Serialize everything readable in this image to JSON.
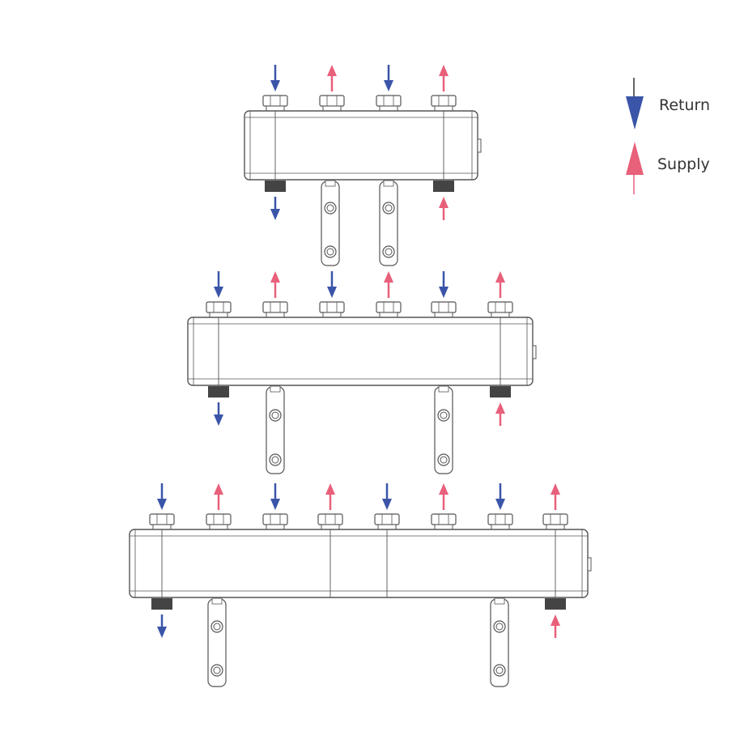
{
  "colors": {
    "return": "#3a55a8",
    "supply": "#e8607a",
    "line": "#555555",
    "cap": "#444444"
  },
  "legend": [
    {
      "kind": "return",
      "label": "Return"
    },
    {
      "kind": "supply",
      "label": "Supply"
    }
  ],
  "manifolds": [
    {
      "name": "manifold-2-circuit",
      "top_ports": [
        "return",
        "supply",
        "return",
        "supply"
      ],
      "bottom_left": "return",
      "bottom_right": "supply"
    },
    {
      "name": "manifold-3-circuit",
      "top_ports": [
        "return",
        "supply",
        "return",
        "supply",
        "return",
        "supply"
      ],
      "bottom_left": "return",
      "bottom_right": "supply"
    },
    {
      "name": "manifold-4-circuit",
      "top_ports": [
        "return",
        "supply",
        "return",
        "supply",
        "return",
        "supply",
        "return",
        "supply"
      ],
      "bottom_left": "return",
      "bottom_right": "supply"
    }
  ]
}
